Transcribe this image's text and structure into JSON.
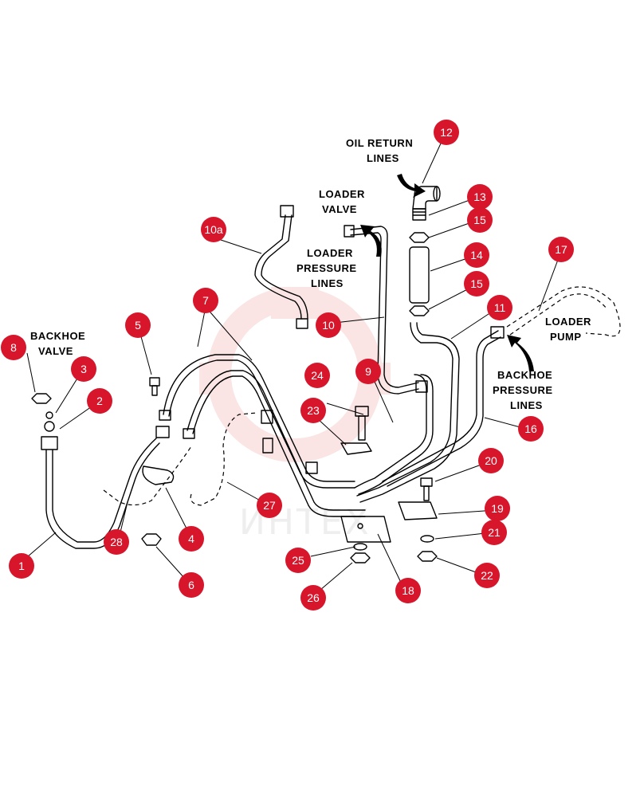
{
  "labels": {
    "oil_return": [
      "OIL RETURN",
      "LINES"
    ],
    "loader_valve": [
      "LOADER",
      "VALVE"
    ],
    "loader_pressure": [
      "LOADER",
      "PRESSURE",
      "LINES"
    ],
    "backhoe_valve": [
      "BACKHOE",
      "VALVE"
    ],
    "loader_pump": [
      "LOADER",
      "PUMP"
    ],
    "backhoe_pressure": [
      "BACKHOE",
      "PRESSURE",
      "LINES"
    ]
  },
  "callouts": [
    "1",
    "2",
    "3",
    "4",
    "5",
    "6",
    "7",
    "8",
    "9",
    "10",
    "10a",
    "11",
    "12",
    "13",
    "14",
    "15",
    "15",
    "16",
    "17",
    "18",
    "19",
    "20",
    "21",
    "22",
    "23",
    "24",
    "25",
    "26",
    "27",
    "28"
  ],
  "watermark": "ИНТЕХ",
  "colors": {
    "callout_fill": "#d7152b",
    "line": "#000000",
    "watermark": "#f3b4b4"
  }
}
